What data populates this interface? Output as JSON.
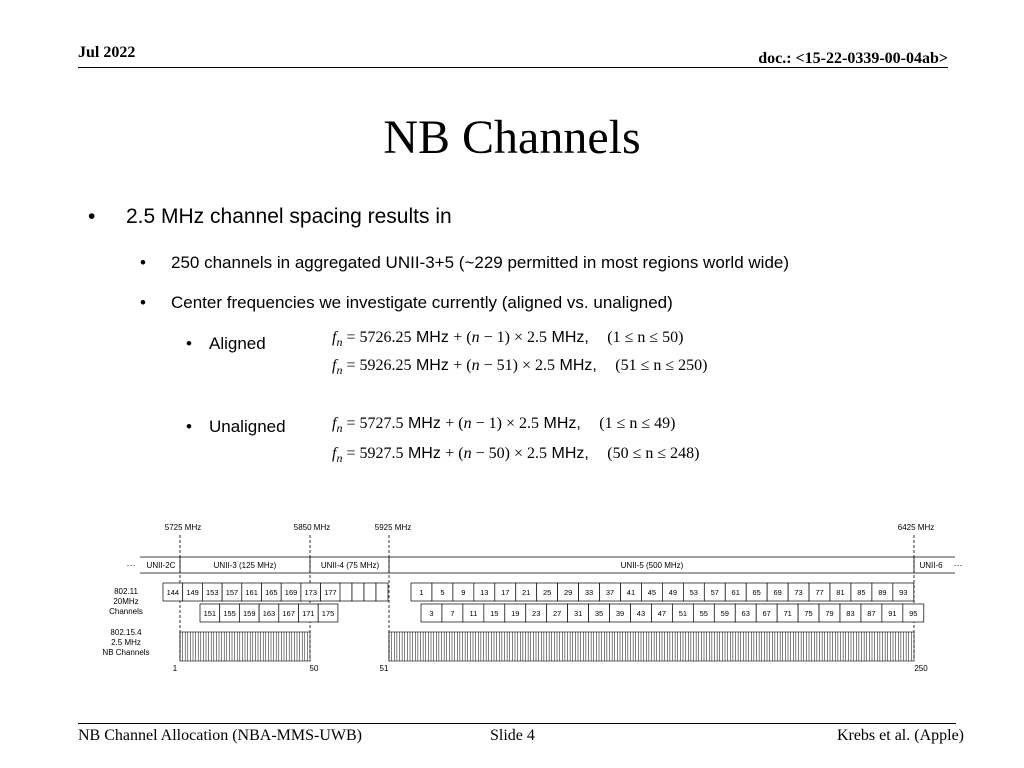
{
  "header": {
    "date": "Jul 2022",
    "doc": "doc.: <15-22-0339-00-04ab>"
  },
  "title": "NB Channels",
  "bullets": {
    "b1": "2.5 MHz channel spacing results in",
    "b2a": "250 channels in aggregated UNII-3+5 (~229 permitted in most regions world wide)",
    "b2b": "Center frequencies we investigate currently (aligned vs. unaligned)",
    "aligned": "Aligned",
    "unaligned": "Unaligned"
  },
  "equations": {
    "aligned_1": {
      "f": "5726.25",
      "unit": "MHz",
      "n0": "1",
      "step": "2.5",
      "range": "(1 ≤ n ≤ 50)"
    },
    "aligned_2": {
      "f": "5926.25",
      "unit": "MHz",
      "n0": "51",
      "step": "2.5",
      "range": "(51 ≤ n ≤ 250)"
    },
    "unaligned_1": {
      "f": "5727.5",
      "unit": "MHz",
      "n0": "1",
      "step": "2.5",
      "range": "(1 ≤ n ≤ 49)"
    },
    "unaligned_2": {
      "f": "5927.5",
      "unit": "MHz",
      "n0": "50",
      "step": "2.5",
      "range": "(50 ≤ n ≤ 248)"
    }
  },
  "diagram": {
    "freq_labels": [
      "5725 MHz",
      "5850 MHz",
      "5925 MHz",
      "6425 MHz"
    ],
    "bands": [
      "UNII-2C",
      "UNII-3 (125 MHz)",
      "UNII-4 (75 MHz)",
      "UNII-5 (500 MHz)",
      "UNII-6"
    ],
    "ellipsis": "···",
    "row_label_80211": [
      "802.11",
      "20MHz",
      "Channels"
    ],
    "row_label_802154": [
      "802.15.4",
      "2.5 MHz",
      "NB Channels"
    ],
    "ch_top_unii3": [
      "144",
      "149",
      "153",
      "157",
      "161",
      "165",
      "169",
      "173",
      "177"
    ],
    "ch_bot_unii3": [
      "151",
      "155",
      "159",
      "163",
      "167",
      "171",
      "175"
    ],
    "ch_top_unii5": [
      "1",
      "5",
      "9",
      "13",
      "17",
      "21",
      "25",
      "29",
      "33",
      "37",
      "41",
      "45",
      "49",
      "53",
      "57",
      "61",
      "65",
      "69",
      "73",
      "77",
      "81",
      "85",
      "89",
      "93"
    ],
    "ch_bot_unii5": [
      "3",
      "7",
      "11",
      "15",
      "19",
      "23",
      "27",
      "31",
      "35",
      "39",
      "43",
      "47",
      "51",
      "55",
      "59",
      "63",
      "67",
      "71",
      "75",
      "79",
      "83",
      "87",
      "91",
      "95"
    ],
    "nb_labels": [
      "1",
      "50",
      "51",
      "250"
    ]
  },
  "footer": {
    "left": "NB Channel Allocation (NBA-MMS-UWB)",
    "center": "Slide 4",
    "right": "Krebs et al. (Apple)"
  }
}
